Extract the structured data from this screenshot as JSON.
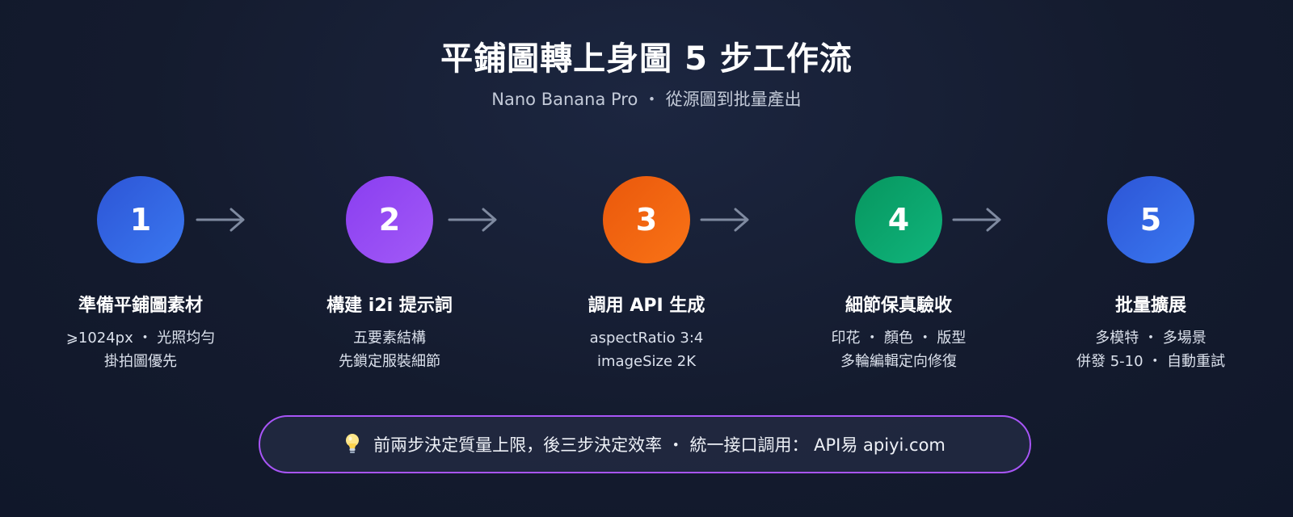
{
  "header": {
    "title": "平鋪圖轉上身圖 5 步工作流",
    "subtitle": "Nano Banana Pro ・ 從源圖到批量產出"
  },
  "steps": [
    {
      "number": "1",
      "title": "準備平鋪圖素材",
      "lines": [
        "⩾1024px ・ 光照均勻",
        "掛拍圖優先"
      ]
    },
    {
      "number": "2",
      "title": "構建 i2i 提示詞",
      "lines": [
        "五要素結構",
        "先鎖定服裝細節"
      ]
    },
    {
      "number": "3",
      "title": "調用 API 生成",
      "lines": [
        "aspectRatio 3:4",
        "imageSize 2K"
      ]
    },
    {
      "number": "4",
      "title": "細節保真驗收",
      "lines": [
        "印花 ・ 顏色 ・ 版型",
        "多輪編輯定向修復"
      ]
    },
    {
      "number": "5",
      "title": "批量擴展",
      "lines": [
        "多模特 ・ 多場景",
        "併發 5-10 ・ 自動重試"
      ]
    }
  ],
  "note": {
    "icon": "lightbulb-icon",
    "text": "前兩步決定質量上限，後三步決定效率 ・ 統一接口調用： API易 apiyi.com"
  },
  "colors": {
    "step1": "#3a6ee8",
    "step2": "#9b4ff5",
    "step3": "#f26d12",
    "step4": "#0ea774",
    "step5": "#3a6ee8",
    "note_border": "#a855f7",
    "arrow": "#7f8aa0"
  }
}
